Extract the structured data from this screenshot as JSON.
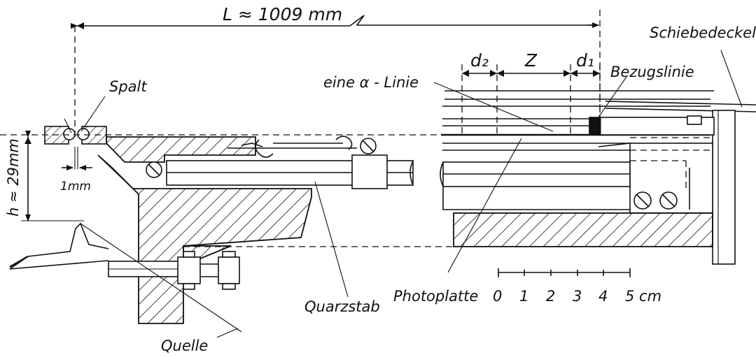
{
  "labels": {
    "length": "L ≈ 1009 mm",
    "schiebedeckel": "Schiebedeckel",
    "spalt": "Spalt",
    "eine_alpha_linie": "eine α - Linie",
    "d2": "d₂",
    "z": "Z",
    "d1": "d₁",
    "bezugslinie": "Bezugslinie",
    "height": "h ≈ 29mm",
    "slit_width": "1mm",
    "photoplatte": "Photoplatte",
    "quarzstab": "Quarzstab",
    "quelle": "Quelle"
  },
  "scale": {
    "ticks": [
      "0",
      "1",
      "2",
      "3",
      "4",
      "5 cm"
    ]
  }
}
